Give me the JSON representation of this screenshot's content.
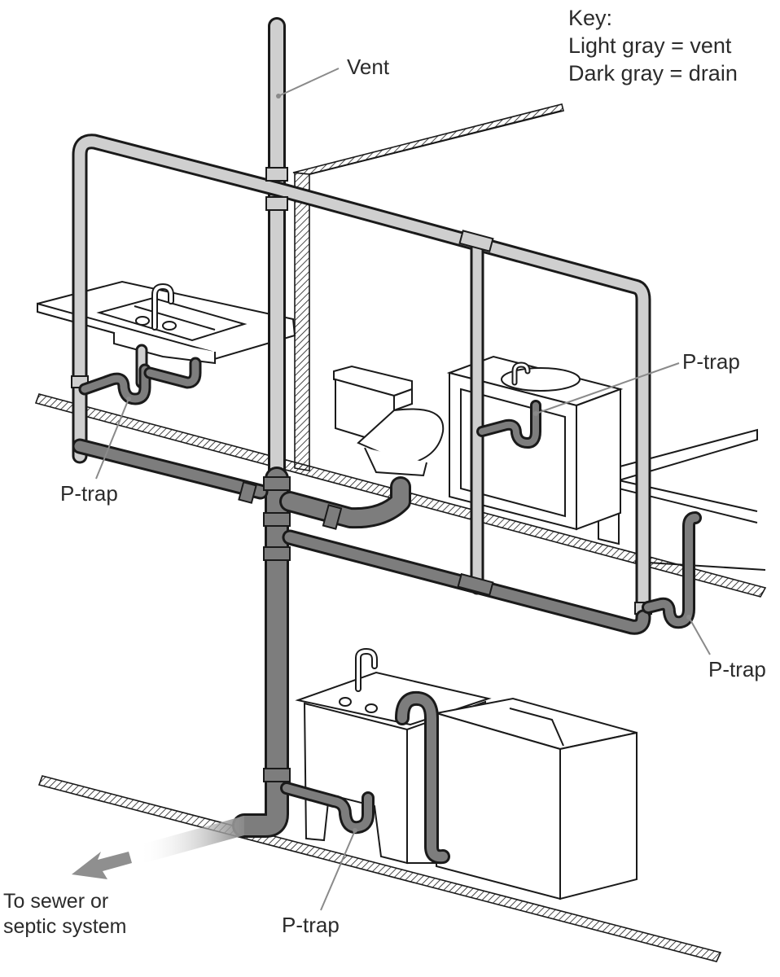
{
  "key": {
    "title": "Key:",
    "light": "Light gray = vent",
    "dark": "Dark gray = drain"
  },
  "colors": {
    "vent": "#cfcfcf",
    "drain": "#7d7d7d",
    "outline": "#1a1a1a",
    "leader": "#8a8a8a",
    "arrow": "#8f8f8f"
  },
  "labels": {
    "vent": "Vent",
    "ptrap_kitchen": "P-trap",
    "ptrap_bath_sink": "P-trap",
    "ptrap_tub": "P-trap",
    "ptrap_laundry": "P-trap",
    "sewer_line1": "To sewer or",
    "sewer_line2": "septic system"
  },
  "fixtures": [
    "kitchen-sink",
    "toilet",
    "bathroom-vanity",
    "bathtub",
    "laundry-tub",
    "washing-machine"
  ]
}
